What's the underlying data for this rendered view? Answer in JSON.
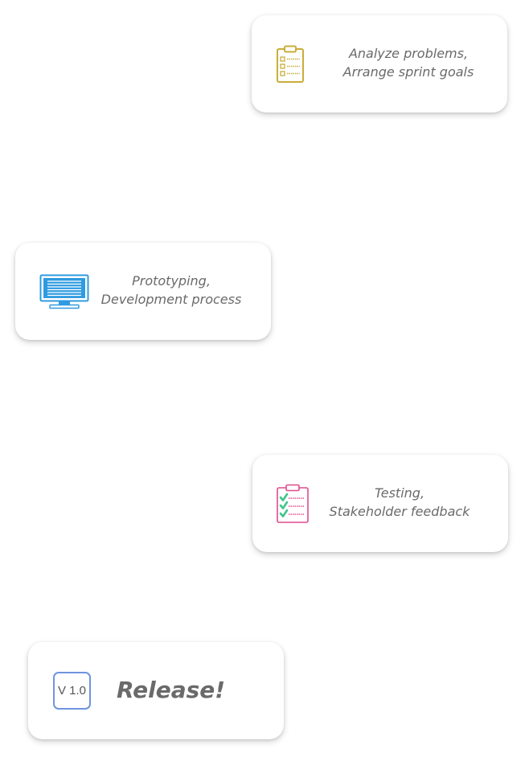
{
  "steps": [
    {
      "icon": "clipboard-checklist-icon",
      "icon_color": "#c9ad3a",
      "line1": "Analyze problems,",
      "line2": "Arrange sprint goals"
    },
    {
      "icon": "monitor-icon",
      "icon_color": "#2f9be0",
      "line1": "Prototyping,",
      "line2": "Development process"
    },
    {
      "icon": "clipboard-checked-icon",
      "icon_color": "#e14a8f",
      "check_color": "#3cc68a",
      "line1": "Testing,",
      "line2": "Stakeholder feedback"
    },
    {
      "icon": "version-badge-icon",
      "icon_color": "#6f94e0",
      "version": "V 1.0",
      "label": "Release!"
    }
  ]
}
